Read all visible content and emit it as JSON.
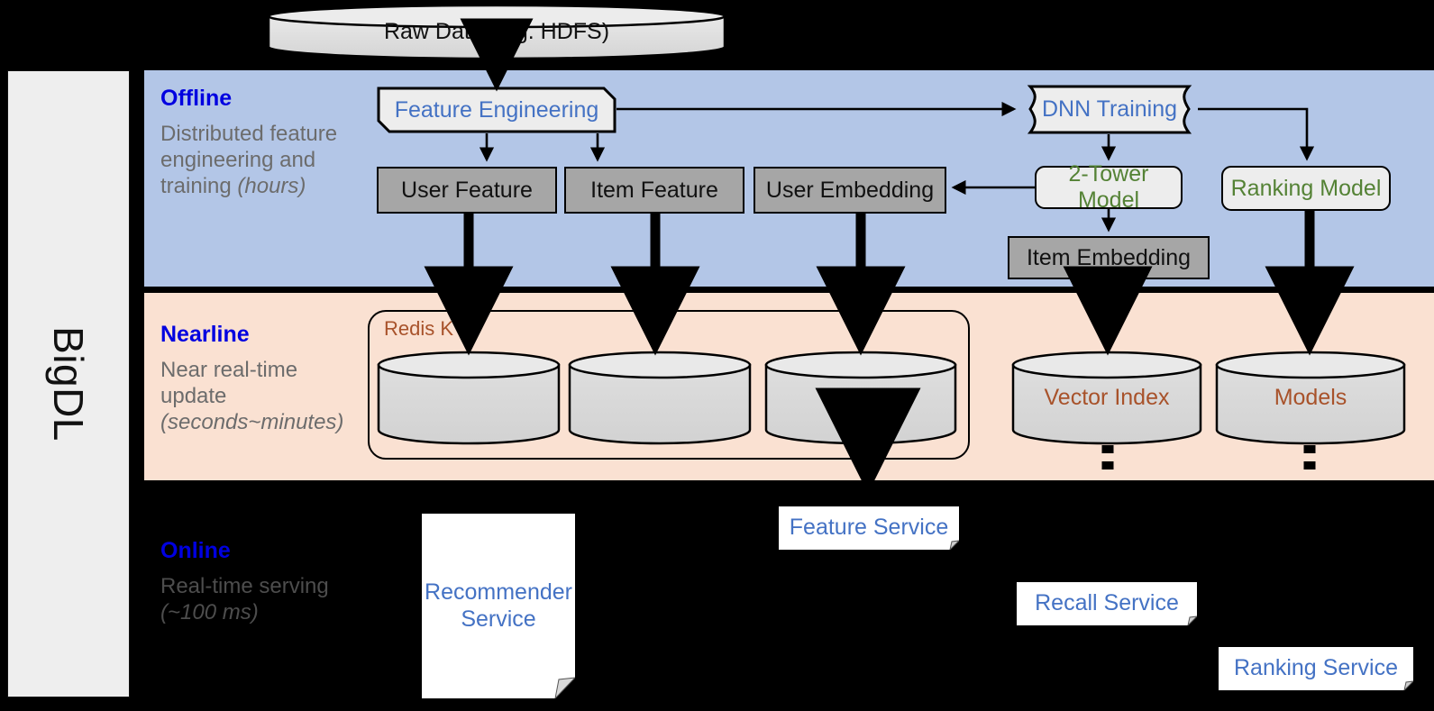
{
  "rail": {
    "label": "BigDL"
  },
  "bands": {
    "offline": {
      "title": "Offline",
      "desc_plain": "Distributed feature engineering and training ",
      "desc_italic": "(hours)"
    },
    "nearline": {
      "title": "Nearline",
      "desc_plain": "Near real-time update ",
      "desc_italic": "(seconds~minutes)"
    },
    "online": {
      "title": "Online",
      "desc_plain": "Real-time serving ",
      "desc_italic": "(~100 ms)"
    }
  },
  "source": {
    "raw_data": "Raw Data (e.g. HDFS)"
  },
  "offline": {
    "feature_engineering": "Feature Engineering",
    "dnn_training": "DNN Training",
    "user_feature": "User Feature",
    "item_feature": "Item Feature",
    "user_embedding": "User Embedding",
    "two_tower_model": "2-Tower Model",
    "ranking_model": "Ranking Model",
    "item_embedding": "Item Embedding"
  },
  "nearline": {
    "redis_kv": "Redis KV",
    "store_user_feature": "",
    "store_item_feature": "",
    "store_user_embedding": "",
    "vector_index": "Vector Index",
    "models": "Models"
  },
  "online": {
    "recommender_service": "Recommender Service",
    "feature_service": "Feature Service",
    "recall_service": "Recall Service",
    "ranking_service": "Ranking Service"
  },
  "colors": {
    "offline_band": "#b3c6e7",
    "nearline_band": "#fae1d2",
    "online_band": "#000000",
    "band_title": "#0000e0",
    "proc_text": "#4472c4",
    "model_text": "#548235",
    "store_text": "#a8522a",
    "gray_box": "#a6a6a6",
    "rail_bg": "#eeeeee"
  }
}
